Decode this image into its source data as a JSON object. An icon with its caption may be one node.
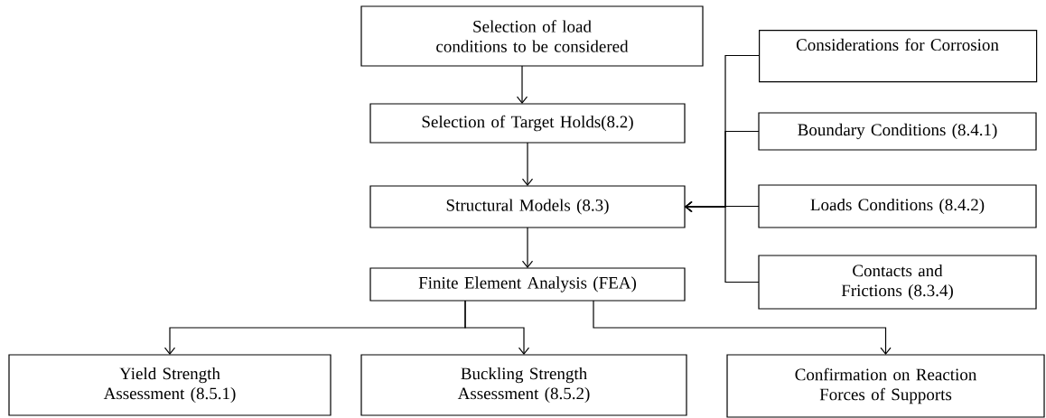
{
  "diagram": {
    "nodes": [
      {
        "text": [
          "Selection of load conditions to be considered"
        ]
      },
      {
        "text": [
          "Selection of Target Holds(8.2)"
        ]
      },
      {
        "text": [
          "Structural Models (8.3)"
        ]
      },
      {
        "text": [
          "Finite Element Analysis (FEA)"
        ]
      },
      {
        "text": [
          "Considerations for Corrosion"
        ]
      },
      {
        "text": [
          "Boundary Conditions (8.4.1)"
        ]
      },
      {
        "text": [
          "Loads Conditions (8.4.2)"
        ]
      },
      {
        "text": [
          "Contacts and Frictions (8.3.4)"
        ]
      },
      {
        "text": [
          "Yield Strength Assessment (8.5.1)"
        ]
      },
      {
        "text": [
          "Buckling Strength Assessment (8.5.2)"
        ]
      },
      {
        "text": [
          "Confirmation on Reaction Forces of Supports"
        ]
      }
    ],
    "edges": [
      {
        "from": 0,
        "to": 1,
        "arrow": "to"
      },
      {
        "from": 1,
        "to": 2,
        "arrow": "to"
      },
      {
        "from": 2,
        "to": 3,
        "arrow": "to"
      },
      {
        "from": 4,
        "to": 2,
        "arrow": "to"
      },
      {
        "from": 5,
        "to": 2,
        "arrow": "to"
      },
      {
        "from": 6,
        "to": 2,
        "arrow": "to"
      },
      {
        "from": 7,
        "to": 2,
        "arrow": "to"
      },
      {
        "from": 3,
        "to": 8,
        "arrow": "to"
      },
      {
        "from": 3,
        "to": 9,
        "arrow": "to"
      },
      {
        "from": 3,
        "to": 10,
        "arrow": "to"
      }
    ]
  }
}
